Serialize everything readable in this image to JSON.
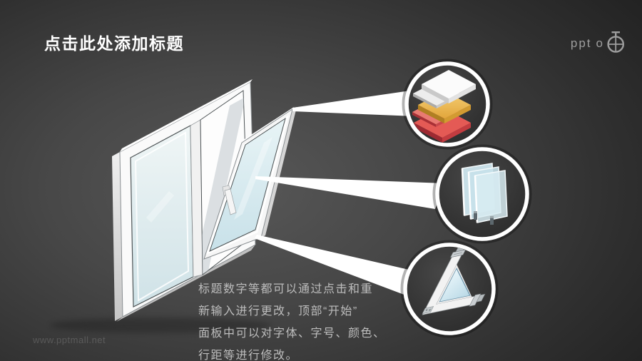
{
  "slide": {
    "title": "点击此处添加标题",
    "body_lines": [
      "标题数字等都可以通过点击和重",
      "新输入进行更改，顶部“开始”",
      "面板中可以对字体、字号、颜色、",
      "行距等进行修改。"
    ],
    "watermark": "www.pptmall.net"
  },
  "logo": {
    "text": "ppt",
    "suffix": "o"
  },
  "illustration": {
    "subject": "tilt-and-turn window cutaway with three callout circles",
    "callouts": [
      {
        "name": "material-layers",
        "icon": "layers-stack-icon"
      },
      {
        "name": "multi-pane-glazing",
        "icon": "glass-panes-icon"
      },
      {
        "name": "frame-corner-section",
        "icon": "frame-corner-profile-icon"
      }
    ]
  },
  "colors": {
    "background_center": "#565656",
    "background_edge": "#1d1d1d",
    "title_text": "#ffffff",
    "body_text": "#bdbdbd",
    "frame_white": "#f7f7f7",
    "glass_blue": "#d9ecf1",
    "accent_gold": "#e8b04a",
    "accent_red": "#d84b4b",
    "circle_ring": "#ffffff",
    "circle_fill": "#323232",
    "logo_gray": "#9e9e9e"
  }
}
